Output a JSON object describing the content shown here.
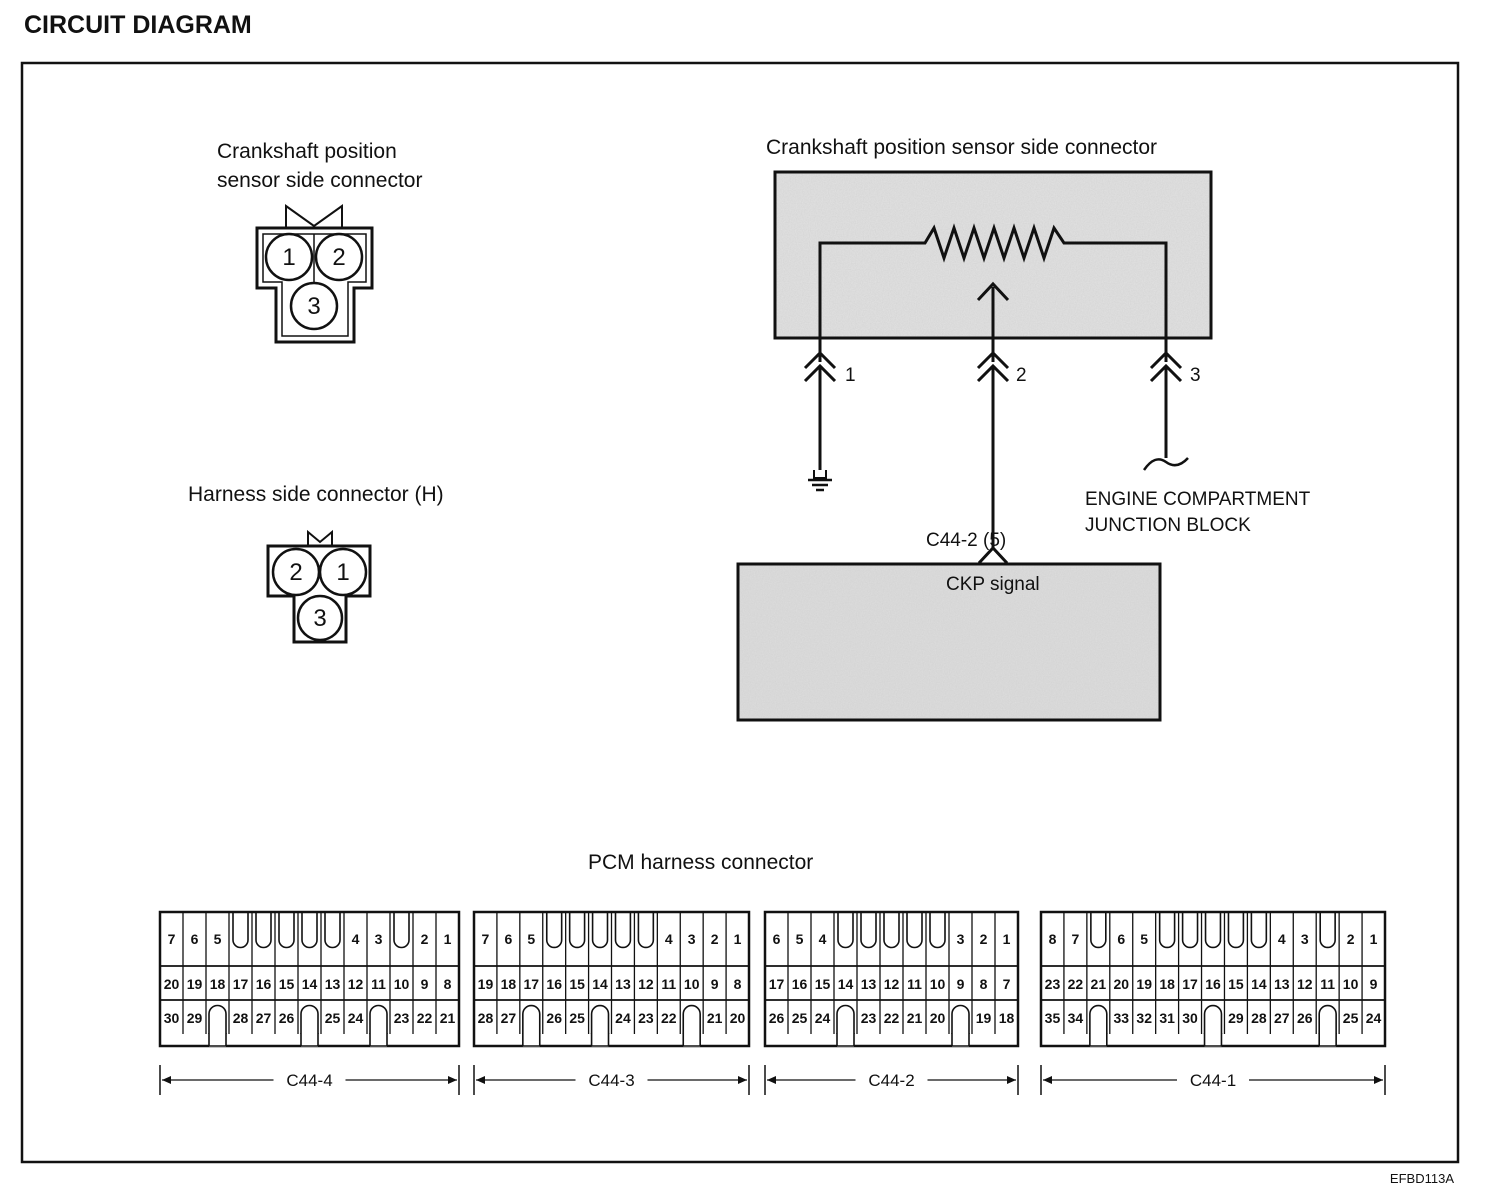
{
  "title": "CIRCUIT DIAGRAM",
  "figure_code": "EFBD113A",
  "sensor_connector": {
    "label_line1": "Crankshaft position",
    "label_line2": "sensor side connector",
    "pins": [
      "1",
      "2",
      "3"
    ]
  },
  "harness_connector": {
    "label": "Harness side connector (H)",
    "pins": [
      "2",
      "1",
      "3"
    ]
  },
  "schematic": {
    "sensor_box_label": "Crankshaft position sensor side connector",
    "terminals": [
      "1",
      "2",
      "3"
    ],
    "junction_label_line1": "ENGINE COMPARTMENT",
    "junction_label_line2": "JUNCTION BLOCK",
    "pcm_pin_label": "C44-2 (5)",
    "pcm_signal_label": "CKP signal"
  },
  "pcm_connector": {
    "label": "PCM harness connector",
    "groups": [
      {
        "name": "C44-4",
        "row1": [
          "7",
          "6",
          "5",
          "",
          "",
          "",
          "",
          "",
          "4",
          "3",
          "",
          "2",
          "1"
        ],
        "row2": [
          "20",
          "19",
          "18",
          "17",
          "16",
          "15",
          "14",
          "13",
          "12",
          "11",
          "10",
          "9",
          "8"
        ],
        "row3": [
          "30",
          "29",
          "",
          "28",
          "27",
          "26",
          "",
          "25",
          "24",
          "",
          "23",
          "22",
          "21"
        ]
      },
      {
        "name": "C44-3",
        "row1": [
          "7",
          "6",
          "5",
          "",
          "",
          "",
          "",
          "",
          "4",
          "3",
          "2",
          "1"
        ],
        "row2": [
          "19",
          "18",
          "17",
          "16",
          "15",
          "14",
          "13",
          "12",
          "11",
          "10",
          "9",
          "8"
        ],
        "row3": [
          "28",
          "27",
          "",
          "26",
          "25",
          "",
          "24",
          "23",
          "22",
          "",
          "21",
          "20"
        ]
      },
      {
        "name": "C44-2",
        "row1": [
          "6",
          "5",
          "4",
          "",
          "",
          "",
          "",
          "",
          "3",
          "2",
          "1"
        ],
        "row2": [
          "17",
          "16",
          "15",
          "14",
          "13",
          "12",
          "11",
          "10",
          "9",
          "8",
          "7"
        ],
        "row3": [
          "26",
          "25",
          "24",
          "",
          "23",
          "22",
          "21",
          "20",
          "",
          "19",
          "18"
        ]
      },
      {
        "name": "C44-1",
        "row1": [
          "8",
          "7",
          "",
          "6",
          "5",
          "",
          "",
          "",
          "",
          "",
          "4",
          "3",
          "",
          "2",
          "1"
        ],
        "row2": [
          "23",
          "22",
          "21",
          "20",
          "19",
          "18",
          "17",
          "16",
          "15",
          "14",
          "13",
          "12",
          "11",
          "10",
          "9"
        ],
        "row3": [
          "35",
          "34",
          "",
          "33",
          "32",
          "31",
          "30",
          "",
          "29",
          "28",
          "27",
          "26",
          "",
          "25",
          "24"
        ]
      }
    ]
  }
}
